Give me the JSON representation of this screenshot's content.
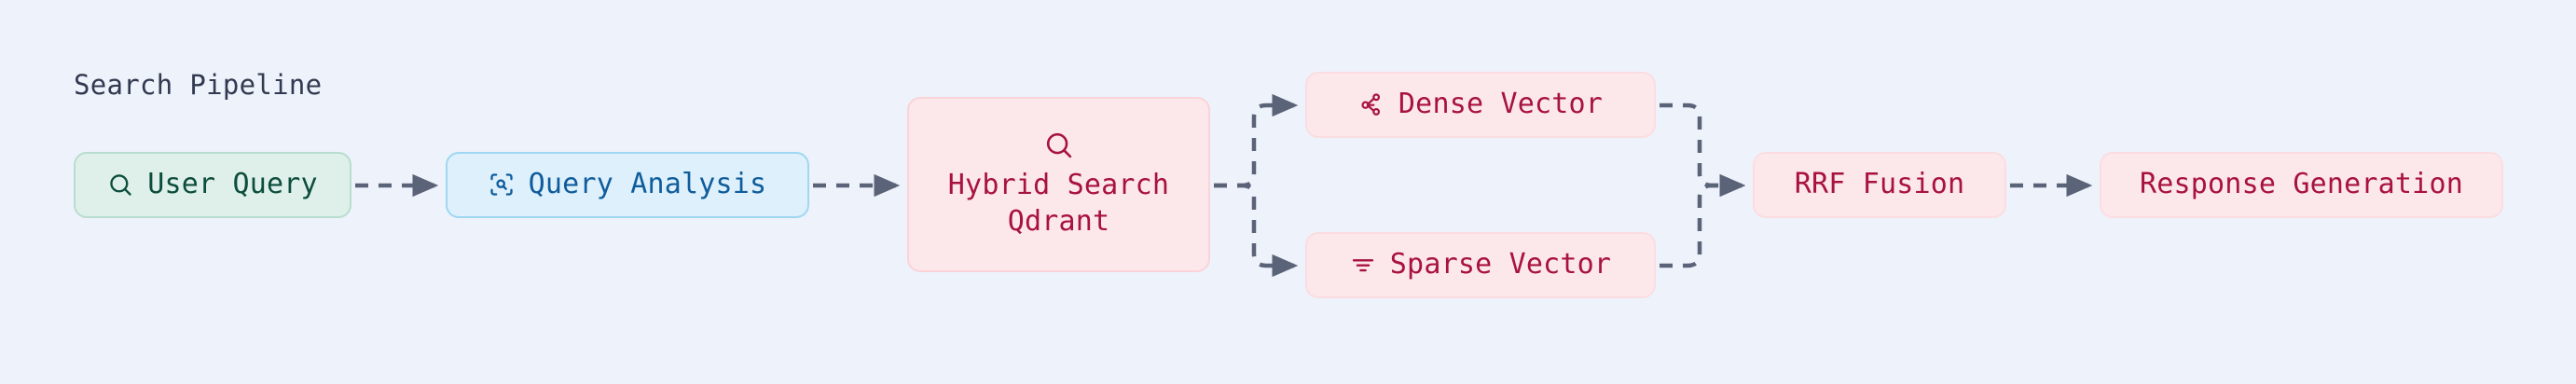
{
  "diagram": {
    "title": "Search Pipeline",
    "type": "flowchart",
    "direction": "left-to-right",
    "background_color": "#eef2fb",
    "title_color": "#313a50",
    "connector_color": "#5a6378",
    "connector_style": "dashed-with-arrowhead"
  },
  "nodes": [
    {
      "id": "user-query",
      "label": "User Query",
      "icon": "search-icon",
      "fill": "#def0e9",
      "stroke": "#b8ddcf",
      "text_color": "#0c4d3d"
    },
    {
      "id": "query-analysis",
      "label": "Query Analysis",
      "icon": "scan-search-icon",
      "fill": "#def0fb",
      "stroke": "#9fd7f2",
      "text_color": "#0f5c9c"
    },
    {
      "id": "hybrid-search",
      "label_line1": "Hybrid Search",
      "label_line2": "Qdrant",
      "icon": "search-icon",
      "fill": "#fce8ea",
      "stroke": "#fad3d8",
      "text_color": "#a8123f"
    },
    {
      "id": "dense-vector",
      "label": "Dense Vector",
      "icon": "network-nodes-icon",
      "fill": "#fce8ea",
      "stroke": "#fbdde1",
      "text_color": "#a8123f"
    },
    {
      "id": "sparse-vector",
      "label": "Sparse Vector",
      "icon": "align-center-filter-icon",
      "fill": "#fce8ea",
      "stroke": "#fbdde1",
      "text_color": "#a8123f"
    },
    {
      "id": "rrf-fusion",
      "label": "RRF Fusion",
      "icon": null,
      "fill": "#fce8ea",
      "stroke": "#fbdde1",
      "text_color": "#a8123f"
    },
    {
      "id": "response-generation",
      "label": "Response Generation",
      "icon": null,
      "fill": "#fce8ea",
      "stroke": "#fbdde1",
      "text_color": "#a8123f"
    }
  ],
  "edges": [
    {
      "from": "user-query",
      "to": "query-analysis"
    },
    {
      "from": "query-analysis",
      "to": "hybrid-search"
    },
    {
      "from": "hybrid-search",
      "to": "dense-vector"
    },
    {
      "from": "hybrid-search",
      "to": "sparse-vector"
    },
    {
      "from": "dense-vector",
      "to": "rrf-fusion"
    },
    {
      "from": "sparse-vector",
      "to": "rrf-fusion"
    },
    {
      "from": "rrf-fusion",
      "to": "response-generation"
    }
  ]
}
